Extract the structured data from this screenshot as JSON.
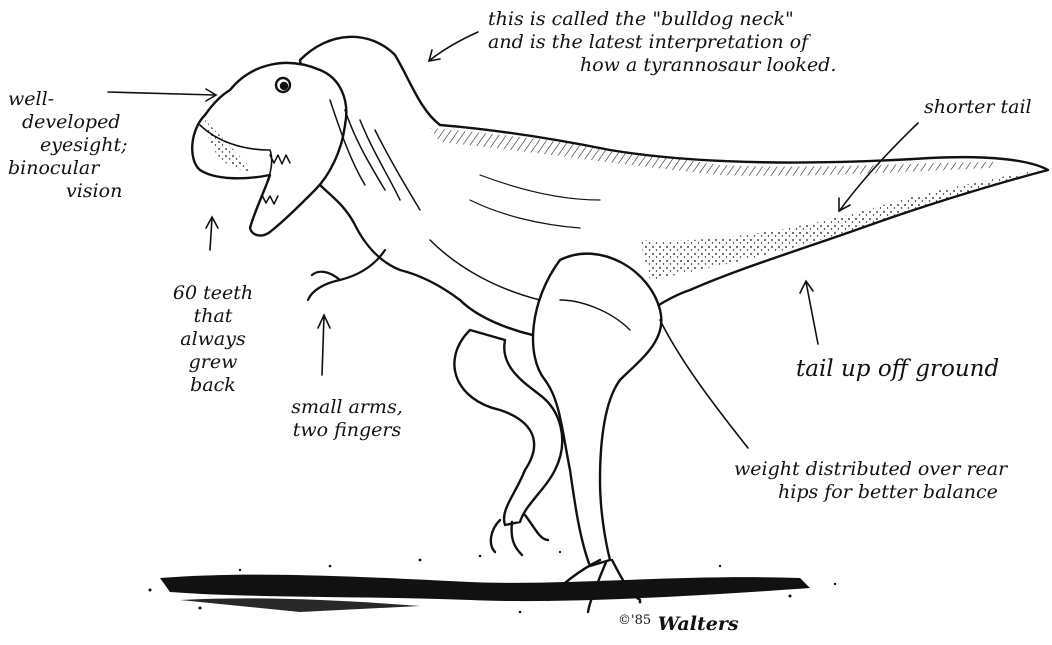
{
  "annotations": {
    "bulldog_neck": [
      "this is called the \"bulldog neck\"",
      "and is the latest interpretation of",
      "how a tyrannosaur looked."
    ],
    "eyesight": [
      "well-",
      "developed",
      "eyesight;",
      "binocular",
      "vision"
    ],
    "teeth": [
      "60 teeth",
      "that",
      "always",
      "grew",
      "back"
    ],
    "arms": [
      "small arms,",
      "two fingers"
    ],
    "shorter_tail": "shorter tail",
    "tail_up": "tail up off ground",
    "weight": [
      "weight distributed over rear",
      "hips for better balance"
    ]
  },
  "signature": {
    "copyright": "©'85",
    "artist": "Walters"
  },
  "icons": {
    "figure": "tyrannosaur-drawing-icon",
    "arrow": "pointer-arrow-icon"
  }
}
